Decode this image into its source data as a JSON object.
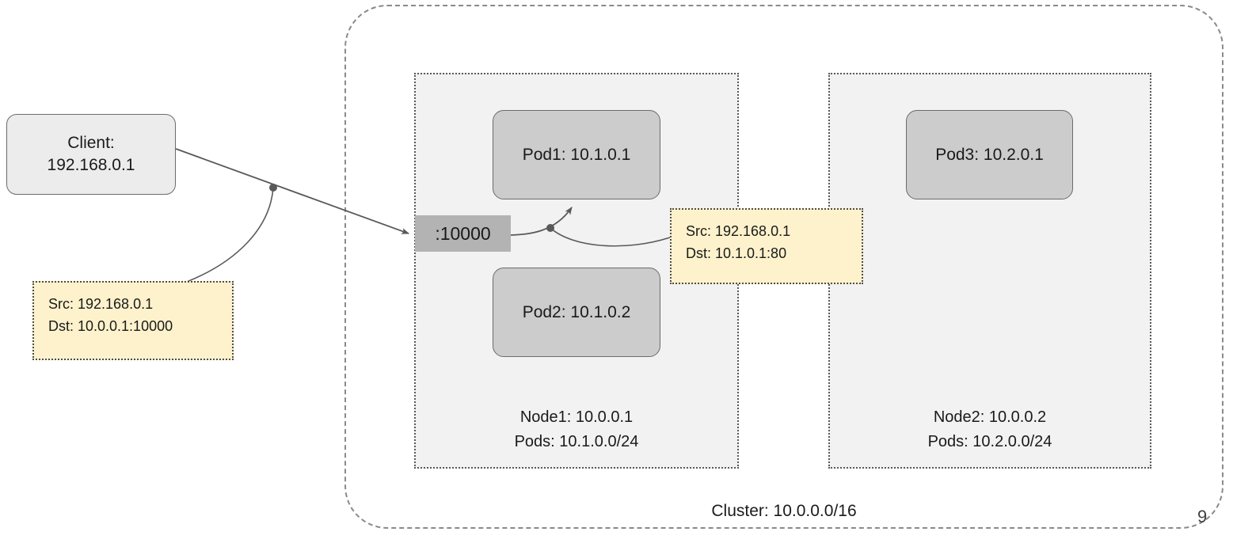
{
  "diagram": {
    "page_number": "9",
    "cluster": {
      "label": "Cluster: 10.0.0.0/16"
    },
    "client": {
      "line1": "Client:",
      "line2": "192.168.0.1"
    },
    "service_port": {
      "label": ":10000"
    },
    "nodes": [
      {
        "id": "node-1",
        "name": "Node1: 10.0.0.1",
        "pods_cidr": "Pods: 10.1.0.0/24",
        "pods": [
          {
            "id": "pod-1",
            "label": "Pod1: 10.1.0.1"
          },
          {
            "id": "pod-2",
            "label": "Pod2: 10.1.0.2"
          }
        ]
      },
      {
        "id": "node-2",
        "name": "Node2: 10.0.0.2",
        "pods_cidr": "Pods: 10.2.0.0/24",
        "pods": [
          {
            "id": "pod-3",
            "label": "Pod3: 10.2.0.1"
          }
        ]
      }
    ],
    "notes": [
      {
        "id": "note-ingress",
        "src": "Src: 192.168.0.1",
        "dst": "Dst: 10.0.0.1:10000"
      },
      {
        "id": "note-dnat",
        "src": "Src: 192.168.0.1",
        "dst": "Dst: 10.1.0.1:80"
      }
    ]
  },
  "colors": {
    "page_background": "#ffffff",
    "cluster_border": "#8a8a8a",
    "node_fill": "#f2f2f2",
    "node_border": "#595959",
    "pod_fill": "#cccccc",
    "pod_border": "#6b6b6b",
    "client_fill": "#ececec",
    "service_port_fill": "#b3b3b3",
    "note_fill": "#fdf2cc",
    "note_border": "#4d4d4d",
    "connector": "#595959",
    "text": "#1a1a1a"
  }
}
